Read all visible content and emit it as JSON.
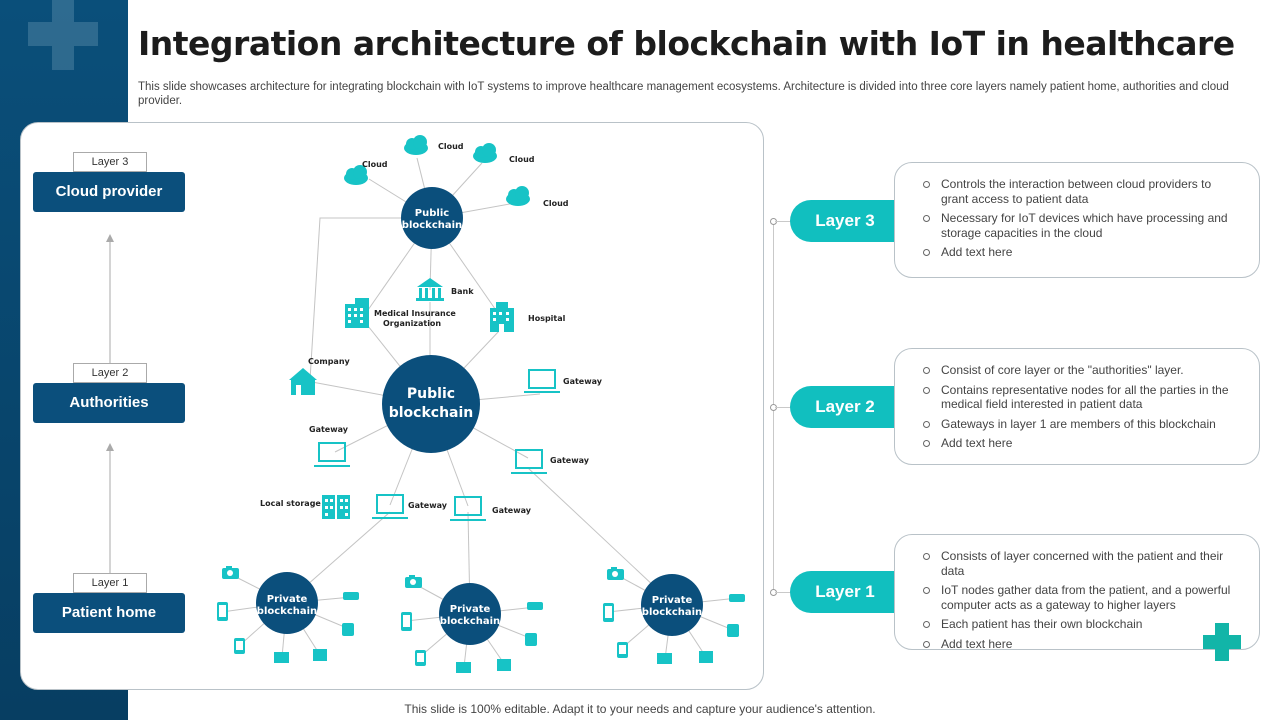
{
  "title": "Integration architecture of blockchain with IoT in healthcare",
  "description": "This slide showcases architecture for integrating blockchain with IoT systems to improve healthcare management ecosystems. Architecture is divided into three core layers namely patient home, authorities and cloud provider.",
  "footer": "This slide is 100% editable. Adapt it to your needs and capture your audience's attention.",
  "left_layers": [
    {
      "tag": "Layer 3",
      "name": "Cloud provider"
    },
    {
      "tag": "Layer 2",
      "name": "Authorities"
    },
    {
      "tag": "Layer 1",
      "name": "Patient home"
    }
  ],
  "diagram": {
    "public_blockchain_top": [
      "Public",
      "blockchain"
    ],
    "public_blockchain_main": [
      "Public",
      "blockchain"
    ],
    "private_blockchain": [
      "Private",
      "blockchain"
    ],
    "cloud": "Cloud",
    "bank": "Bank",
    "hospital": "Hospital",
    "medical_insurance": [
      "Medical Insurance",
      "Organization"
    ],
    "company": "Company",
    "gateway": "Gateway",
    "local_storage": "Local storage"
  },
  "right_layers": [
    {
      "label": "Layer 3",
      "points": [
        "Controls the interaction between cloud providers to grant access to patient data",
        "Necessary for IoT devices which have processing and storage capacities in the cloud",
        "Add text here"
      ]
    },
    {
      "label": "Layer 2",
      "points": [
        "Consist of core layer or the \"authorities\" layer.",
        "Contains representative nodes for all the parties in the medical field interested in patient data",
        "Gateways in layer 1 are members of this blockchain",
        "Add text here"
      ]
    },
    {
      "label": "Layer 1",
      "points": [
        "Consists of layer concerned with the patient and their data",
        "IoT nodes gather data from the patient, and a powerful computer acts as a gateway to higher layers",
        "Each patient has their own blockchain",
        "Add text here"
      ]
    }
  ],
  "colors": {
    "navy": "#0b4f7c",
    "teal": "#11bfbf",
    "icon_teal": "#17c3c6"
  }
}
